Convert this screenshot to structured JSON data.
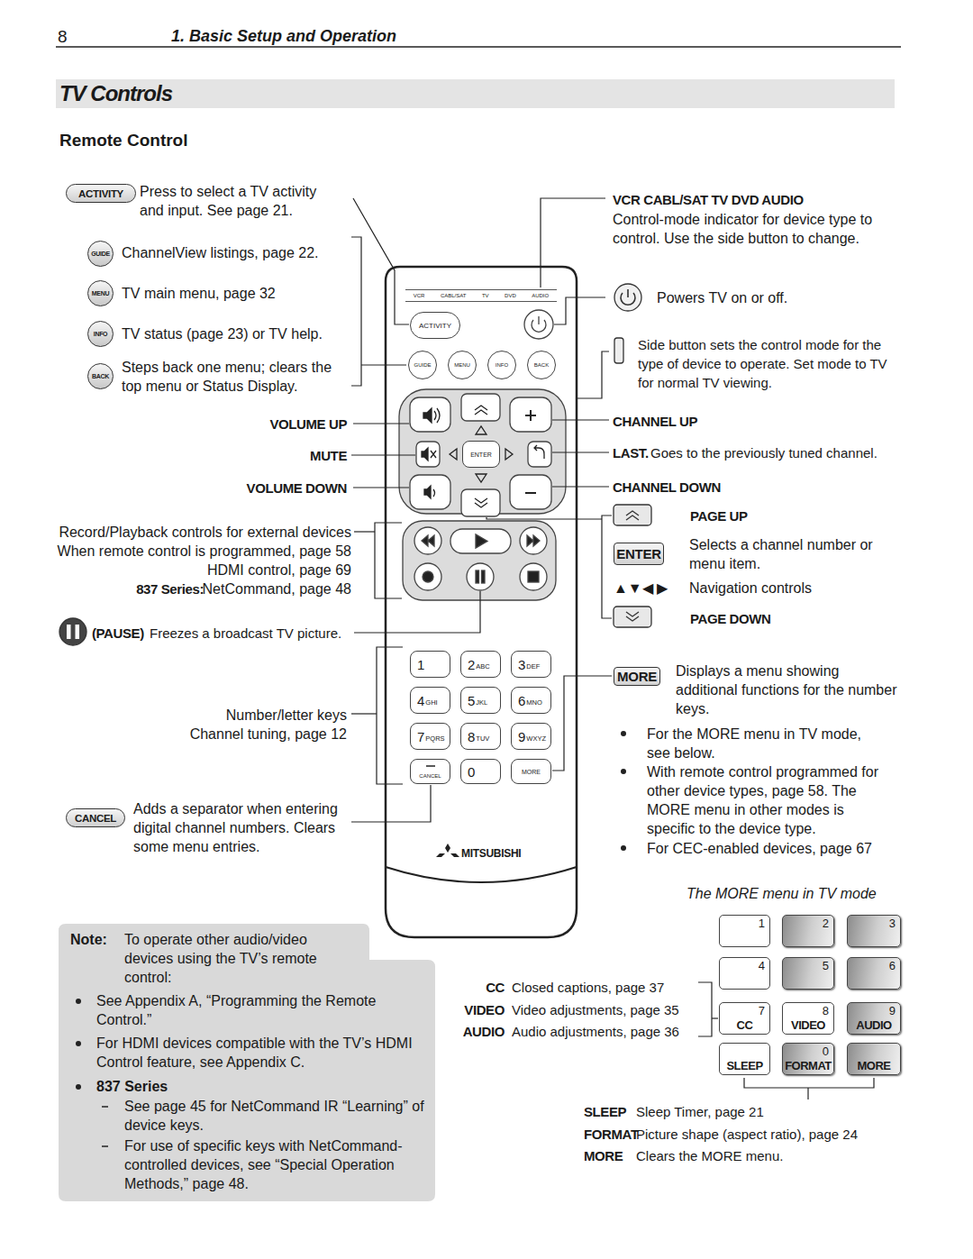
{
  "diagram": {
    "title": "TV Controls",
    "nodes": [
      {
        "text": [
          "ACTIVITY"
        ]
      },
      {
        "text": [
          "GUIDE"
        ]
      },
      {
        "text": [
          "MENU"
        ]
      },
      {
        "text": [
          "INFO"
        ]
      },
      {
        "text": [
          "BACK"
        ]
      },
      {
        "text": [
          "VCR",
          "CABL/SAT",
          "TV",
          "DVD",
          "AUDIO"
        ]
      },
      {
        "text": [
          "ACTIVITY"
        ]
      },
      {
        "text": [
          "GUIDE"
        ]
      },
      {
        "text": [
          "MENU"
        ]
      },
      {
        "text": [
          "INFO"
        ]
      },
      {
        "text": [
          "BACK"
        ]
      },
      {
        "text": [
          "ENTER"
        ]
      },
      {
        "text": [
          "1"
        ]
      },
      {
        "text": [
          "2",
          "ABC"
        ]
      },
      {
        "text": [
          "3",
          "DEF"
        ]
      },
      {
        "text": [
          "4",
          "GHI"
        ]
      },
      {
        "text": [
          "5",
          "JKL"
        ]
      },
      {
        "text": [
          "6",
          "MNO"
        ]
      },
      {
        "text": [
          "7",
          "PQRS"
        ]
      },
      {
        "text": [
          "8",
          "TUV"
        ]
      },
      {
        "text": [
          "9",
          "WXYZ"
        ]
      },
      {
        "text": [
          "CANCEL"
        ]
      },
      {
        "text": [
          "0"
        ]
      },
      {
        "text": [
          "MORE"
        ]
      },
      {
        "text": [
          "CANCEL"
        ]
      },
      {
        "text": [
          "ENTER"
        ]
      },
      {
        "text": [
          "MORE"
        ]
      },
      {
        "text": [
          "Note:",
          "To operate other audio/video devices using the TV’s remote control:",
          "See Appendix A, “Programming the Remote Control.”",
          "For HDMI devices compatible with the TV’s HDMI Control feature, see Appendix C.",
          "837 Series",
          "See page 45 for NetCommand IR “Learning” of device keys.",
          "For use of specific keys with NetCommand-controlled devices, see “Special Operation Methods,” page 48."
        ]
      },
      {
        "text": [
          "1"
        ]
      },
      {
        "text": [
          "2"
        ]
      },
      {
        "text": [
          "3"
        ]
      },
      {
        "text": [
          "4"
        ]
      },
      {
        "text": [
          "5"
        ]
      },
      {
        "text": [
          "6"
        ]
      },
      {
        "text": [
          "7",
          "CC"
        ]
      },
      {
        "text": [
          "8",
          "VIDEO"
        ]
      },
      {
        "text": [
          "9",
          "AUDIO"
        ]
      },
      {
        "text": [
          "SLEEP"
        ]
      },
      {
        "text": [
          "0",
          "FORMAT"
        ]
      },
      {
        "text": [
          "MORE"
        ]
      }
    ],
    "labels": [
      "8",
      "1. Basic Setup and Operation",
      "Remote Control",
      "Press to select a TV activity and input. See page 21.",
      "ChannelView listings, page 22.",
      "TV main menu, page 32",
      "TV status (page 23) or TV help.",
      "Steps back one menu; clears the top menu or Status Display.",
      "VOLUME UP",
      "MUTE",
      "VOLUME DOWN",
      "Record/Playback controls for external devices",
      "When remote control is programmed, page 58",
      "HDMI control, page 69",
      "NetCommand, page 48",
      "837 Series:",
      "(PAUSE)",
      "Freezes a broadcast TV picture.",
      "Number/letter keys",
      "Channel tuning, page 12",
      "Adds a separator when entering digital channel numbers. Clears some menu entries.",
      "VCR CABL/SAT TV DVD AUDIO",
      "Control-mode indicator for device type to control. Use the side button to change.",
      "Powers TV on or off.",
      "Side button sets the control mode for the type of device to operate. Set mode to TV for normal TV viewing.",
      "CHANNEL UP",
      "LAST.",
      "Goes to the previously tuned channel.",
      "CHANNEL DOWN",
      "PAGE UP",
      "Selects a channel number or menu item.",
      "▲▼◀ ▶",
      "Navigation controls",
      "PAGE DOWN",
      "Displays a menu showing additional functions for the number keys.",
      "For the MORE menu in TV mode, see below.",
      "With remote control programmed for other device types, page 58. The MORE menu in other modes is specific to the device type.",
      "For CEC-enabled devices, page 67",
      "The MORE menu in TV mode",
      "CC",
      "Closed captions, page 37",
      "VIDEO",
      "Video adjustments, page 35",
      "AUDIO",
      "Audio adjustments, page 36",
      "SLEEP",
      "Sleep Timer, page 21",
      "FORMAT",
      "Picture shape (aspect ratio), page 24",
      "MORE",
      "Clears the MORE menu.",
      "MITSUBISHI"
    ]
  }
}
